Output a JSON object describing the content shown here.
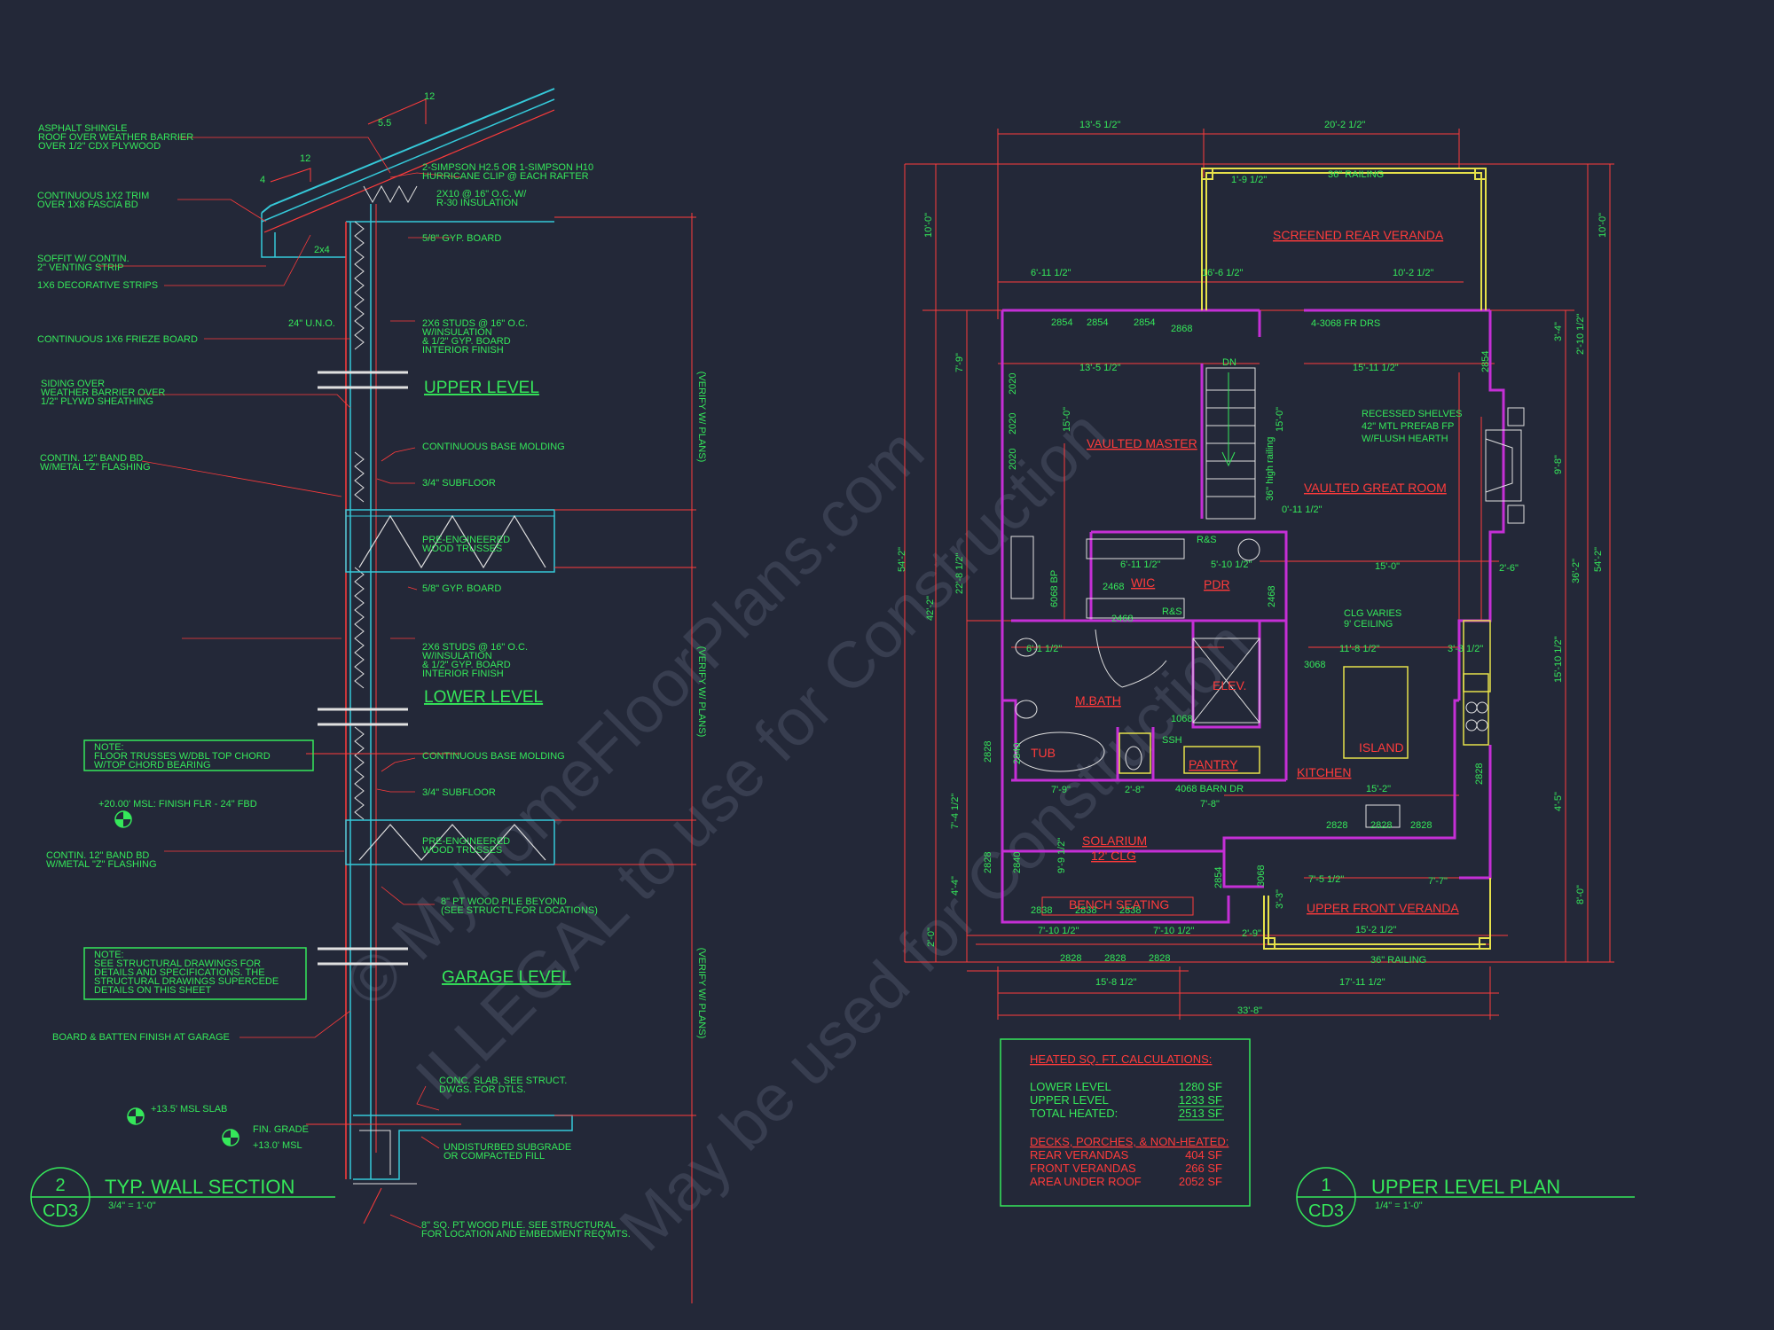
{
  "colors": {
    "background": "#232838",
    "annotation": "#35e85a",
    "dimension": "#ff3b3b",
    "wall": "#c52fd6",
    "exterior": "#e6e14a",
    "section": "#35c9d9",
    "watermark": "#4a5064"
  },
  "watermark": {
    "line1": "© MyHomeFloorPlans.com",
    "line2": "ILLEGAL to use for Construction",
    "line3": "May be used for Construction"
  },
  "wall_section": {
    "title": "TYP. WALL SECTION",
    "scale": "3/4\" = 1'-0\"",
    "detail_number": "2",
    "sheet": "CD3",
    "roof_slope": {
      "rise": "5.5",
      "run": "12"
    },
    "overhang_slope": {
      "rise": "4",
      "run": "12"
    },
    "levels": {
      "upper": "UPPER LEVEL",
      "lower": "LOWER LEVEL",
      "garage": "GARAGE LEVEL"
    },
    "verify": "(VERIFY W/ PLANS)",
    "left_notes": [
      [
        "ASPHALT SHINGLE",
        "ROOF OVER WEATHER BARRIER",
        "OVER 1/2\" CDX PLYWOOD"
      ],
      [
        "CONTINUOUS 1X2 TRIM",
        "OVER 1X8 FASCIA BD"
      ],
      [
        "SOFFIT W/ CONTIN.",
        "2\" VENTING STRIP"
      ],
      [
        "1X6 DECORATIVE STRIPS"
      ],
      [
        "CONTINUOUS 1X6 FRIEZE BOARD"
      ],
      [
        "SIDING OVER",
        "WEATHER BARRIER OVER",
        "1/2\" PLYWD SHEATHING"
      ],
      [
        "CONTIN. 12\" BAND BD",
        "W/METAL \"Z\" FLASHING"
      ],
      [
        "+20.00' MSL: FINISH FLR - 24\" FBD"
      ],
      [
        "CONTIN. 12\" BAND BD",
        "W/METAL \"Z\" FLASHING"
      ],
      [
        "BOARD & BATTEN FINISH AT GARAGE"
      ],
      [
        "+13.5' MSL SLAB"
      ],
      [
        "FIN. GRADE",
        "+13.0' MSL"
      ]
    ],
    "right_notes": [
      [
        "2-SIMPSON H2.5 OR 1-SIMPSON H10",
        "HURRICANE CLIP @ EACH RAFTER"
      ],
      [
        "2X10 @ 16\" O.C. W/",
        "R-30 INSULATION"
      ],
      [
        "5/8\" GYP. BOARD"
      ],
      [
        "2x4"
      ],
      [
        "24\" U.N.O."
      ],
      [
        "2X6 STUDS @ 16\" O.C.",
        "W/INSULATION",
        "& 1/2\" GYP. BOARD",
        "INTERIOR FINISH"
      ],
      [
        "CONTINUOUS BASE MOLDING"
      ],
      [
        "3/4\" SUBFLOOR"
      ],
      [
        "PRE-ENGINEERED",
        "WOOD TRUSSES"
      ],
      [
        "5/8\" GYP. BOARD"
      ],
      [
        "2X6 STUDS @ 16\" O.C.",
        "W/INSULATION",
        "& 1/2\" GYP. BOARD",
        "INTERIOR FINISH"
      ],
      [
        "CONTINUOUS BASE MOLDING"
      ],
      [
        "3/4\" SUBFLOOR"
      ],
      [
        "PRE-ENGINEERED",
        "WOOD TRUSSES"
      ],
      [
        "8\" PT WOOD PILE BEYOND",
        "(SEE STRUCT'L FOR LOCATIONS)"
      ],
      [
        "CONC. SLAB, SEE STRUCT.",
        "DWGS. FOR DTLS."
      ],
      [
        "UNDISTURBED SUBGRADE",
        "OR COMPACTED FILL"
      ],
      [
        "8\" SQ. PT WOOD PILE. SEE STRUCTURAL",
        "FOR LOCATION AND EMBEDMENT REQ'MTS."
      ]
    ],
    "note_boxes": [
      [
        "NOTE:",
        "FLOOR TRUSSES W/DBL TOP CHORD",
        "W/TOP CHORD BEARING"
      ],
      [
        "NOTE:",
        "SEE STRUCTURAL DRAWINGS FOR",
        "DETAILS AND SPECIFICATIONS. THE",
        "STRUCTURAL DRAWINGS SUPERCEDE",
        "DETAILS ON THIS SHEET"
      ]
    ]
  },
  "plan": {
    "title": "UPPER LEVEL PLAN",
    "scale": "1/4\" = 1'-0\"",
    "detail_number": "1",
    "sheet": "CD3",
    "rooms": [
      "SCREENED REAR VERANDA",
      "VAULTED MASTER",
      "VAULTED GREAT ROOM",
      "WIC",
      "PDR",
      "M.BATH",
      "ELEV.",
      "PANTRY",
      "KITCHEN",
      "ISLAND",
      "TUB",
      "SOLARIUM",
      "12' CLG",
      "BENCH SEATING",
      "UPPER FRONT VERANDA",
      "CLG VARIES",
      "9' CEILING",
      "RECESSED SHELVES",
      "42\" MTL PREFAB FP",
      "W/FLUSH HEARTH",
      "36\" RAILING",
      "DN",
      "36\" high railing",
      "4068 BARN DR",
      "4-3068 FR DRS",
      "SSH"
    ],
    "dimensions": [
      "13'-5 1/2\"",
      "20'-2 1/2\"",
      "1'-9 1/2\"",
      "6'-11 1/2\"",
      "16'-6 1/2\"",
      "10'-2 1/2\"",
      "10'-0\"",
      "7'-9\"",
      "54'-2\"",
      "42'-2\"",
      "22'-8 1/2\"",
      "13'-5 1/2\"",
      "15'-11 1/2\"",
      "15'-0\"",
      "6'-11 1/2\"",
      "5'-10 1/2\"",
      "11'-8 1/2\"",
      "15'-2\"",
      "7'-5 1/2\"",
      "7'-7\"",
      "15'-2 1/2\"",
      "15'-8 1/2\"",
      "17'-11 1/2\"",
      "33'-8\"",
      "7'-10 1/2\"",
      "7'-9\"",
      "2'-8\"",
      "7'-8\"",
      "36'-2\"",
      "15'-10 1/2\"",
      "4'-5\"",
      "8'-0\"",
      "3'-4\"",
      "2'-10 1/2\"",
      "9'-8\"",
      "6'-1 1/2\"",
      "3'-3 1/2\"",
      "2'-6\"",
      "0'-11 1/2\"",
      "9'-9 1/2\"",
      "7'-4 1/2\"",
      "4'-4\"",
      "2'-0\"",
      "2'-9\"",
      "3'-3\""
    ],
    "openings": [
      "2854",
      "2868",
      "2020",
      "2828",
      "2840",
      "2838",
      "2468",
      "6068 BP",
      "3068",
      "1068",
      "R&S"
    ]
  },
  "calculations": {
    "title": "HEATED SQ. FT. CALCULATIONS:",
    "rows": [
      {
        "label": "LOWER LEVEL",
        "value": "1280 SF"
      },
      {
        "label": "UPPER LEVEL",
        "value": "1233 SF"
      },
      {
        "label": "TOTAL HEATED:",
        "value": "2513 SF"
      }
    ],
    "sub_title": "DECKS, PORCHES, & NON-HEATED:",
    "sub_rows": [
      {
        "label": "REAR VERANDAS",
        "value": "404 SF"
      },
      {
        "label": "FRONT VERANDAS",
        "value": "266 SF"
      },
      {
        "label": "AREA UNDER ROOF",
        "value": "2052 SF"
      }
    ]
  }
}
